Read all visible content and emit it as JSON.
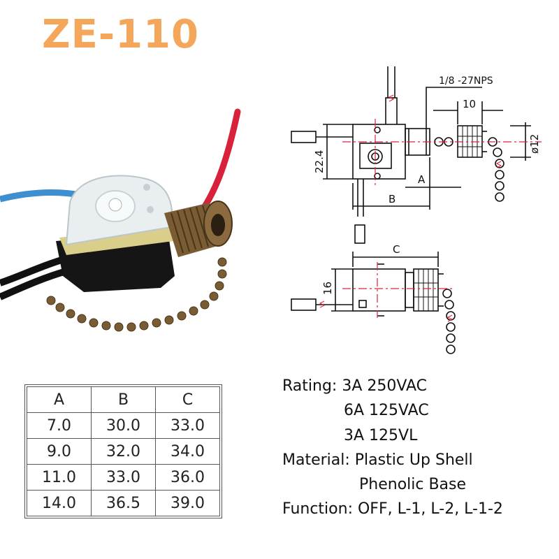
{
  "title": "ZE-110",
  "drawing": {
    "thread_label": "1/8 -27NPS",
    "dim_10": "10",
    "dim_12": "ø12",
    "dim_22_4": "22.4",
    "dim_16": "16",
    "label_a": "A",
    "label_b": "B",
    "label_c": "C"
  },
  "table": {
    "headers": [
      "A",
      "B",
      "C"
    ],
    "rows": [
      [
        "7.0",
        "30.0",
        "33.0"
      ],
      [
        "9.0",
        "32.0",
        "34.0"
      ],
      [
        "11.0",
        "33.0",
        "36.0"
      ],
      [
        "14.0",
        "36.5",
        "39.0"
      ]
    ]
  },
  "specs": {
    "rating_label": "Rating: 3A 250VAC",
    "rating_2": "6A 125VAC",
    "rating_3": "3A 125VL",
    "material_label": "Material: Plastic Up Shell",
    "material_2": "Phenolic Base",
    "function_label": "Function: OFF, L-1, L-2, L-1-2"
  },
  "colors": {
    "title": "#f4a75a",
    "red_wire": "#d8213a",
    "blue_wire": "#3d8fd0",
    "brass": "#7a5c34"
  }
}
